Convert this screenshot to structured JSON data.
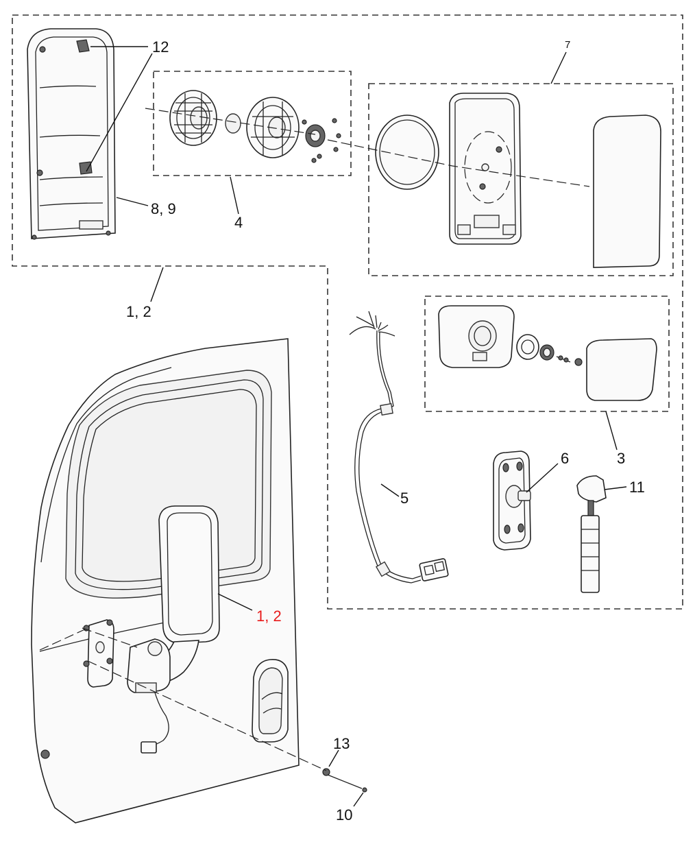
{
  "callouts": {
    "c12": "12",
    "c89": "8, 9",
    "c4": "4",
    "c7": "7",
    "c12_box": "1, 2",
    "c3": "3",
    "c6": "6",
    "c11": "11",
    "c5": "5",
    "c12_mirror": "1, 2",
    "c13": "13",
    "c10": "10"
  },
  "colors": {
    "highlight": "#e81b1b",
    "line": "#222222"
  }
}
